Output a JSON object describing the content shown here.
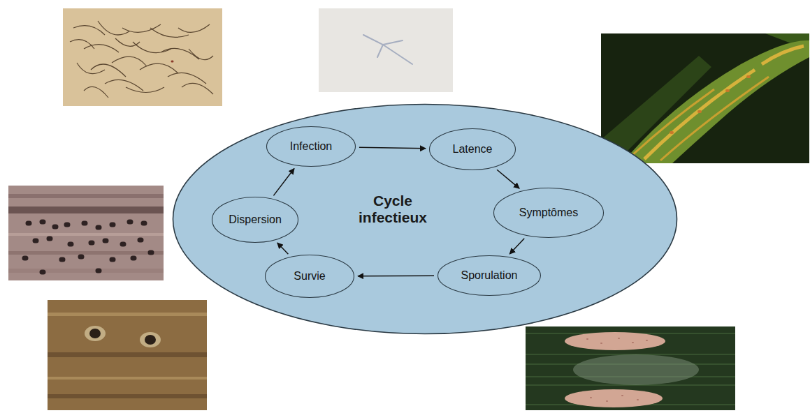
{
  "diagram": {
    "nodes": [
      {
        "text": [
          "Cycle infectieux"
        ]
      },
      {
        "text": [
          "Infection"
        ],
        "in": 0
      },
      {
        "text": [
          "Latence"
        ],
        "in": 0
      },
      {
        "text": [
          "Symptômes"
        ],
        "in": 0
      },
      {
        "text": [
          "Sporulation"
        ],
        "in": 0
      },
      {
        "text": [
          "Survie"
        ],
        "in": 0
      },
      {
        "text": [
          "Dispersion"
        ],
        "in": 0
      }
    ],
    "edges": [
      {
        "from": 1,
        "to": 2,
        "arrow": "to"
      },
      {
        "from": 2,
        "to": 3,
        "arrow": "to"
      },
      {
        "from": 3,
        "to": 4,
        "arrow": "to"
      },
      {
        "from": 4,
        "to": 5,
        "arrow": "to"
      },
      {
        "from": 5,
        "to": 6,
        "arrow": "to"
      },
      {
        "from": 6,
        "to": 1,
        "arrow": "to"
      }
    ]
  }
}
